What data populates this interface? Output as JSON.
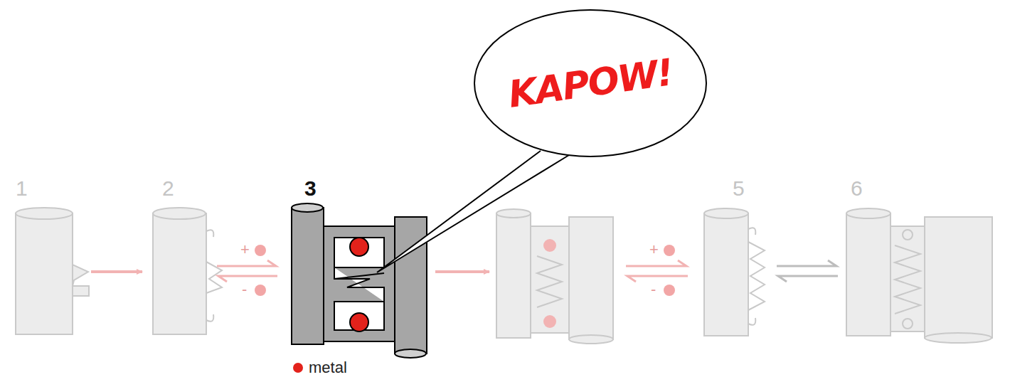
{
  "diagram": {
    "nodes": [
      {
        "text": [
          "KAPOW!"
        ]
      }
    ],
    "labels": [
      "1",
      "2",
      "3",
      "5",
      "6",
      "+",
      "-",
      "+",
      "-"
    ],
    "legend": [
      {
        "text": "metal",
        "color": "#e3221b"
      }
    ]
  }
}
